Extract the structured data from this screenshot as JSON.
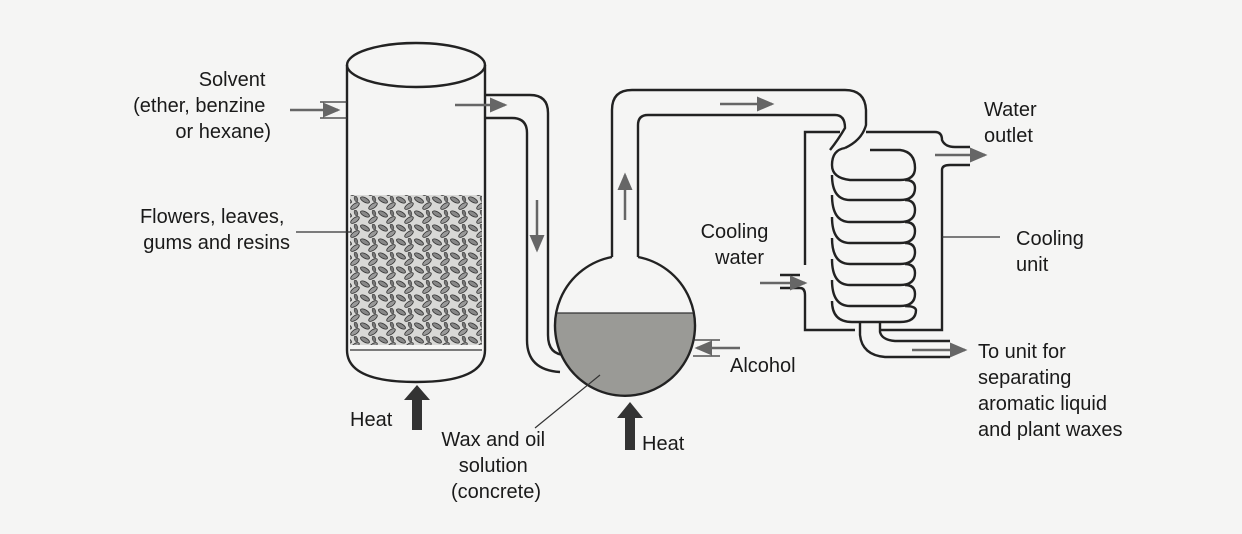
{
  "title": "Solvent extraction of plant aromatics",
  "labels": {
    "solvent": [
      "Solvent",
      "(ether, benzine",
      "or hexane)"
    ],
    "flowers": [
      "Flowers, leaves,",
      "gums and resins"
    ],
    "heat_left": "Heat",
    "heat_right": "Heat",
    "wax": [
      "Wax and oil",
      "solution",
      "(concrete)"
    ],
    "cooling_water": [
      "Cooling",
      "water"
    ],
    "alcohol": "Alcohol",
    "water_outlet": [
      "Water",
      "outlet"
    ],
    "cooling_unit": [
      "Cooling",
      "unit"
    ],
    "to_unit": [
      "To unit for",
      "separating",
      "aromatic liquid",
      "and plant waxes"
    ]
  },
  "colors": {
    "liquid": "#9a9a96",
    "line": "#222222",
    "arrow": "#666666"
  }
}
